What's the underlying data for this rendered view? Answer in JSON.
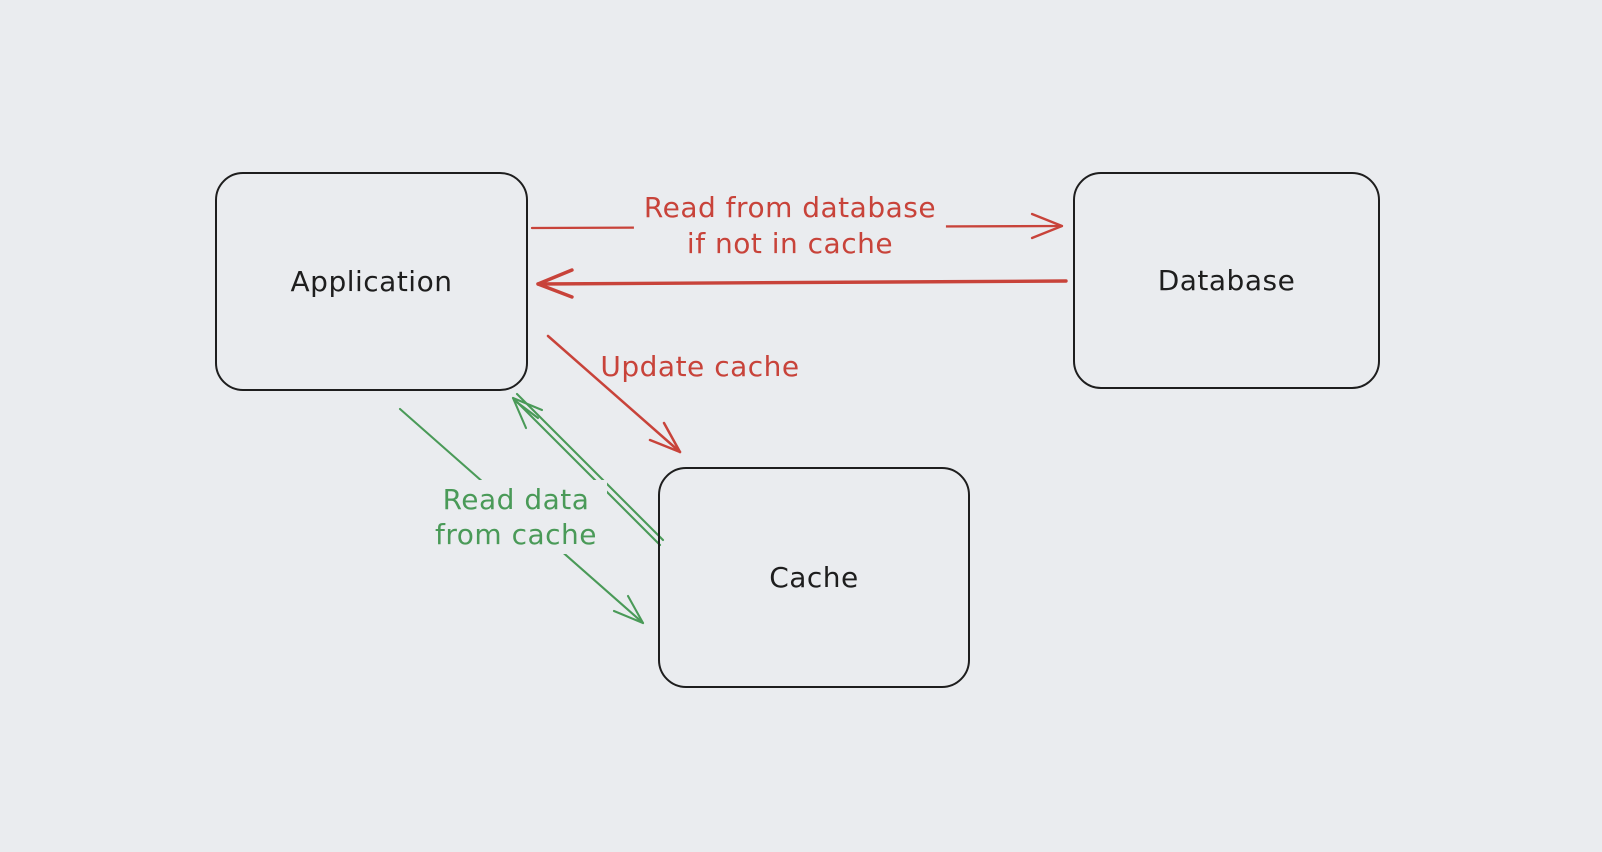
{
  "colors": {
    "background": "#eaecef",
    "node_stroke": "#1e1e1e",
    "node_text": "#1e1e1e",
    "red": "#c8433a",
    "green": "#4a9a58"
  },
  "nodes": {
    "application": {
      "label": "Application"
    },
    "database": {
      "label": "Database"
    },
    "cache": {
      "label": "Cache"
    }
  },
  "edges": {
    "read_from_database": {
      "from": "Application",
      "to": "Database",
      "label_line1": "Read from database",
      "label_line2": "if not in cache",
      "color": "#c8433a"
    },
    "database_response": {
      "from": "Database",
      "to": "Application",
      "color": "#c8433a"
    },
    "update_cache": {
      "from": "Application",
      "to": "Cache",
      "label": "Update cache",
      "color": "#c8433a"
    },
    "read_from_cache_request": {
      "from": "Application",
      "to": "Cache",
      "label_line1": "Read data",
      "label_line2": "from cache",
      "color": "#4a9a58"
    },
    "read_from_cache_response": {
      "from": "Cache",
      "to": "Application",
      "color": "#4a9a58"
    }
  }
}
